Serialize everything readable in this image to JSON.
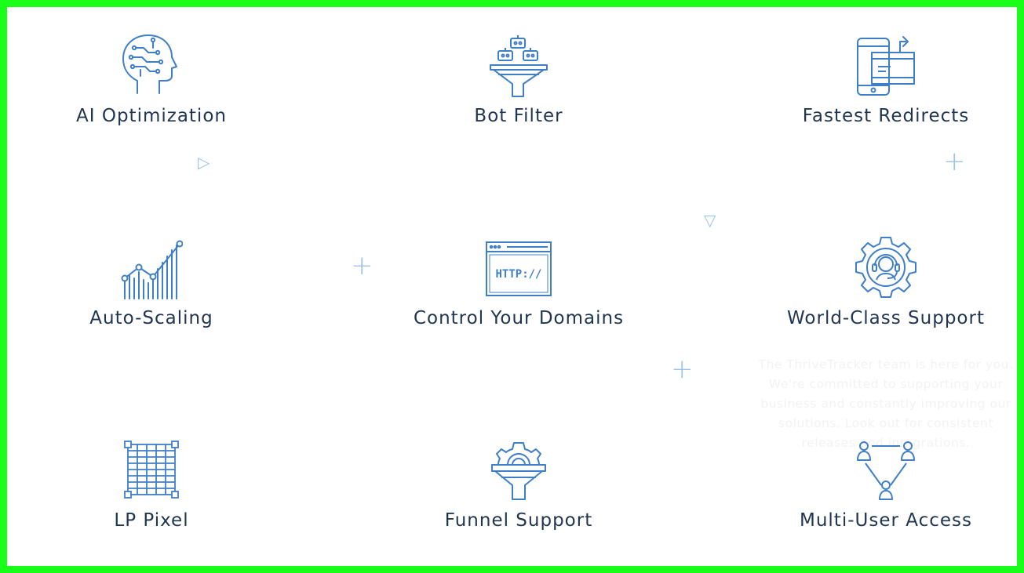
{
  "colors": {
    "border": "#1aff1a",
    "icon": "#3f7fc8",
    "text": "#1f3550",
    "decoration": "#9cc4e8"
  },
  "features": [
    {
      "label": "AI Optimization",
      "icon": "brain-circuit-icon"
    },
    {
      "label": "Bot Filter",
      "icon": "robot-funnel-icon"
    },
    {
      "label": "Fastest Redirects",
      "icon": "devices-redirect-icon"
    },
    {
      "label": "Auto-Scaling",
      "icon": "growth-chart-icon"
    },
    {
      "label": "Control Your Domains",
      "icon": "browser-http-icon"
    },
    {
      "label": "World-Class Support",
      "icon": "headset-gear-icon"
    },
    {
      "label": "LP Pixel",
      "icon": "pixel-grid-icon"
    },
    {
      "label": "Funnel Support",
      "icon": "gear-funnel-icon"
    },
    {
      "label": "Multi-User Access",
      "icon": "users-network-icon"
    }
  ],
  "browser_icon_text": "HTTP://",
  "ghost_text": "The ThriveTracker team is here for you. We're committed to supporting your business and constantly improving our solutions. Look out for consistent releases and integrations."
}
